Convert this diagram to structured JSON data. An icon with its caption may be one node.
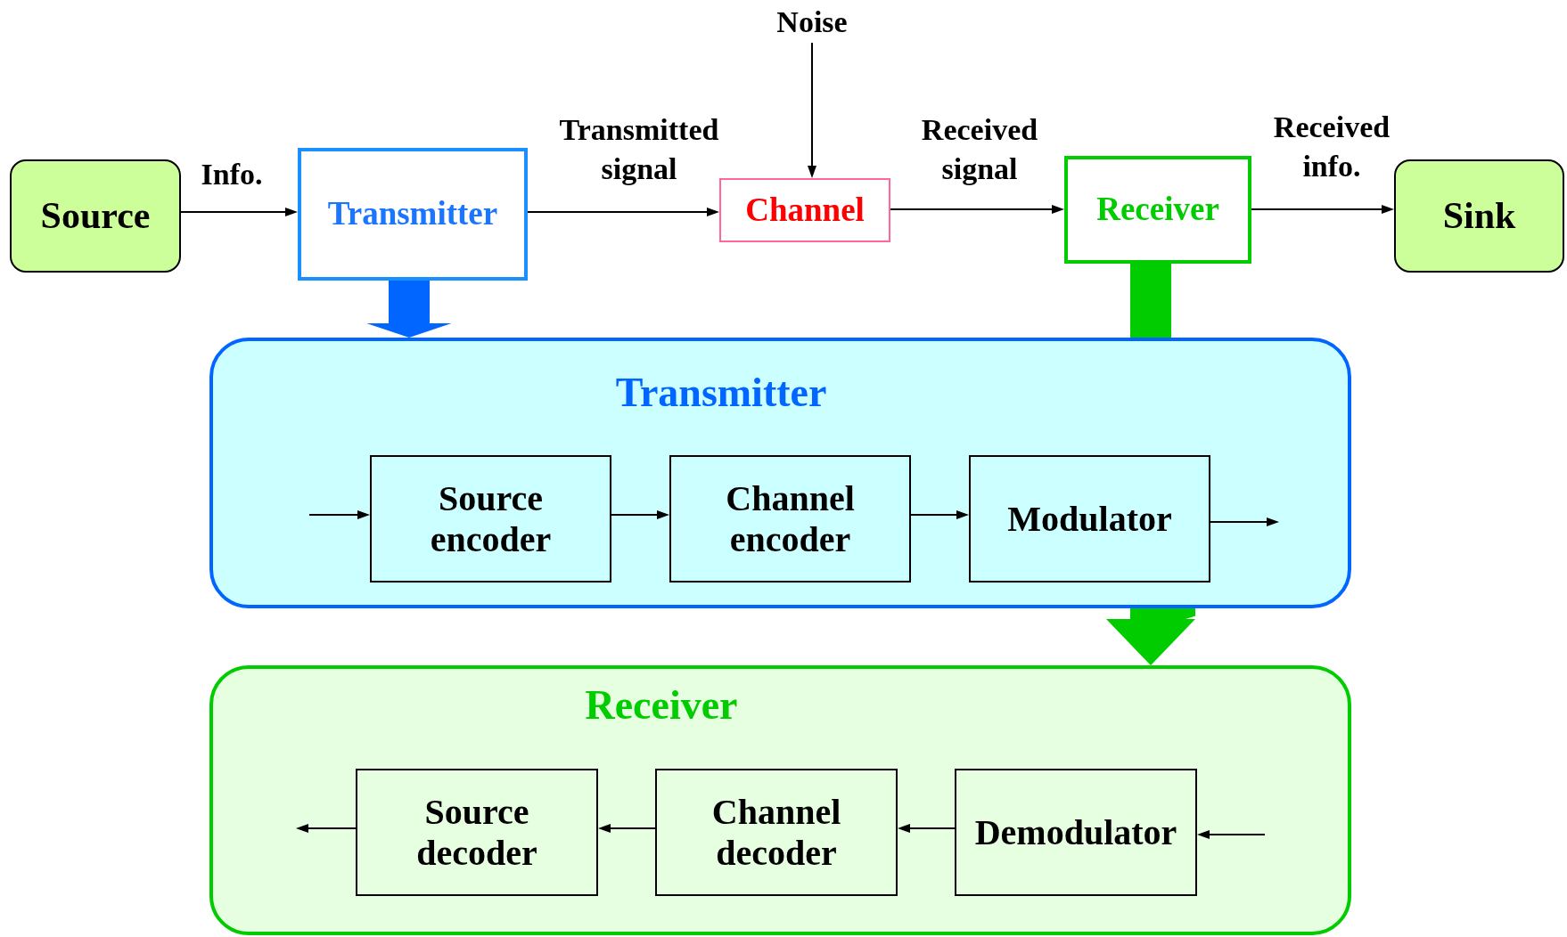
{
  "diagram": {
    "nodes": [
      {
        "text": [
          "Source"
        ]
      },
      {
        "text": [
          "Transmitter"
        ]
      },
      {
        "text": [
          "Channel"
        ]
      },
      {
        "text": [
          "Noise"
        ]
      },
      {
        "text": [
          "Receiver"
        ]
      },
      {
        "text": [
          "Sink"
        ]
      },
      {
        "text": [
          "Transmitter"
        ]
      },
      {
        "text": [
          "Source encoder"
        ],
        "in": 6
      },
      {
        "text": [
          "Channel encoder"
        ],
        "in": 6
      },
      {
        "text": [
          "Modulator"
        ],
        "in": 6
      },
      {
        "text": [
          "Receiver"
        ]
      },
      {
        "text": [
          "Source decoder"
        ],
        "in": 10
      },
      {
        "text": [
          "Channel decoder"
        ],
        "in": 10
      },
      {
        "text": [
          "Demodulator"
        ],
        "in": 10
      }
    ],
    "edges": [
      {
        "from": 0,
        "to": 1,
        "arrow": "to",
        "label": "Info."
      },
      {
        "from": 1,
        "to": 2,
        "arrow": "to",
        "label": "Transmitted signal"
      },
      {
        "from": 3,
        "to": 2,
        "arrow": "to"
      },
      {
        "from": 2,
        "to": 4,
        "arrow": "to",
        "label": "Received signal"
      },
      {
        "from": 4,
        "to": 5,
        "arrow": "to",
        "label": "Received info."
      },
      {
        "from": 1,
        "to": 6,
        "arrow": "to",
        "style": "thick",
        "color": "#0066ff"
      },
      {
        "from": 4,
        "to": 10,
        "arrow": "to",
        "style": "thick",
        "color": "#00cc00"
      },
      {
        "from": null,
        "to": 7,
        "arrow": "to"
      },
      {
        "from": 7,
        "to": 8,
        "arrow": "to"
      },
      {
        "from": 8,
        "to": 9,
        "arrow": "to"
      },
      {
        "from": 9,
        "to": null,
        "arrow": "to"
      },
      {
        "from": null,
        "to": 13,
        "arrow": "to"
      },
      {
        "from": 13,
        "to": 12,
        "arrow": "to"
      },
      {
        "from": 12,
        "to": 11,
        "arrow": "to"
      },
      {
        "from": 11,
        "to": null,
        "arrow": "to"
      }
    ]
  }
}
